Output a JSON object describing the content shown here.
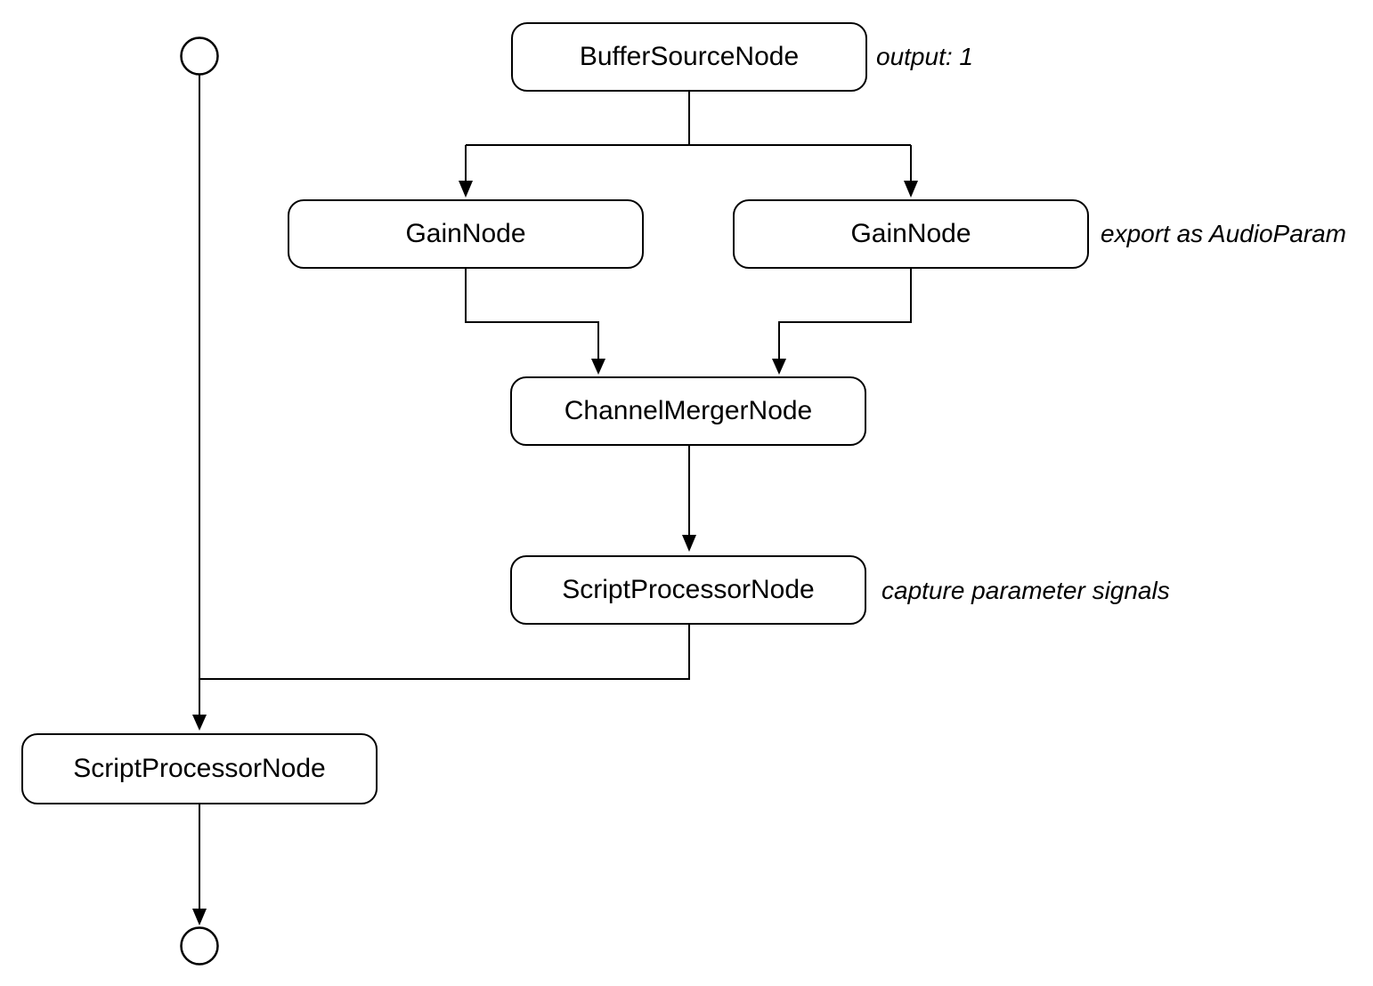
{
  "diagram": {
    "colors": {
      "background": "#ffffff",
      "stroke": "#000000",
      "text": "#000000"
    },
    "nodes": [
      {
        "label": "BufferSourceNode"
      },
      {
        "label": "GainNode"
      },
      {
        "label": "GainNode"
      },
      {
        "label": "ChannelMergerNode"
      },
      {
        "label": "ScriptProcessorNode"
      },
      {
        "label": "ScriptProcessorNode"
      }
    ],
    "annotations": [
      {
        "text": "output: 1"
      },
      {
        "text": "export as AudioParam"
      },
      {
        "text": "capture parameter signals"
      }
    ],
    "terminals": [
      {
        "id": "start-terminal"
      },
      {
        "id": "end-terminal"
      }
    ],
    "edges": [
      {
        "from": "BufferSourceNode",
        "to": "GainNode (left)"
      },
      {
        "from": "BufferSourceNode",
        "to": "GainNode (right)"
      },
      {
        "from": "GainNode (left)",
        "to": "ChannelMergerNode"
      },
      {
        "from": "GainNode (right)",
        "to": "ChannelMergerNode"
      },
      {
        "from": "ChannelMergerNode",
        "to": "ScriptProcessorNode (capture)"
      },
      {
        "from": "ScriptProcessorNode (capture)",
        "to": "ScriptProcessorNode (bottom)"
      },
      {
        "from": "start-terminal",
        "to": "ScriptProcessorNode (bottom)"
      },
      {
        "from": "ScriptProcessorNode (bottom)",
        "to": "end-terminal"
      }
    ]
  }
}
